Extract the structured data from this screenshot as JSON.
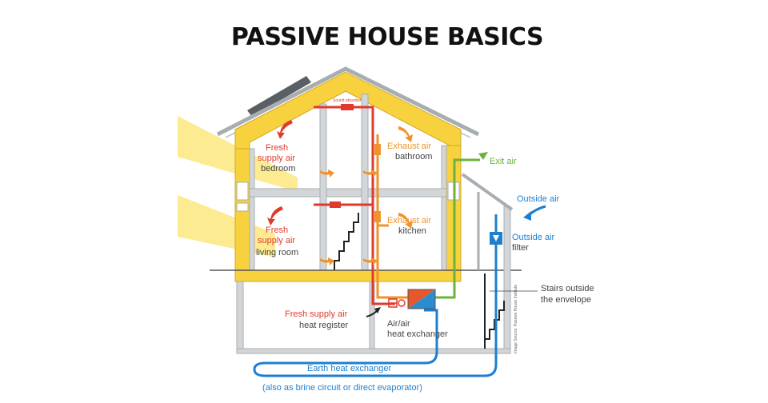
{
  "title": "PASSIVE HOUSE BASICS",
  "colors": {
    "supply": "#e03a2c",
    "exhaust": "#f0932b",
    "exit": "#6cb33e",
    "outside": "#1e7fd0",
    "insulation": "#f7d23e",
    "wall": "#d3d6d9",
    "sun": "#fbe77c",
    "text": "#444444"
  },
  "rooms": {
    "bedroom": {
      "line1": "Fresh",
      "line2": "supply air",
      "line3": "bedroom"
    },
    "living": {
      "line1": "Fresh",
      "line2": "supply air",
      "line3": "living room"
    },
    "bathroom": {
      "line1": "Exhaust air",
      "line2": "bathroom"
    },
    "kitchen": {
      "line1": "Exhaust air",
      "line2": "kitchen"
    }
  },
  "labels": {
    "exit_air": "Exit air",
    "outside_air": "Outside air",
    "outside_filter_1": "Outside air",
    "outside_filter_2": "filter",
    "stairs_1": "Stairs outside",
    "stairs_2": "the envelope",
    "fresh_register_1": "Fresh supply air",
    "fresh_register_2": "heat register",
    "hx_1": "Air/air",
    "hx_2": "heat exchanger",
    "earth_hx": "Earth heat exchanger",
    "earth_hx_note": "(also as brine circuit or direct evaporator)",
    "sound_absorber": "Sound absorber",
    "image_credit": "Image Source: Passive House Institute"
  }
}
